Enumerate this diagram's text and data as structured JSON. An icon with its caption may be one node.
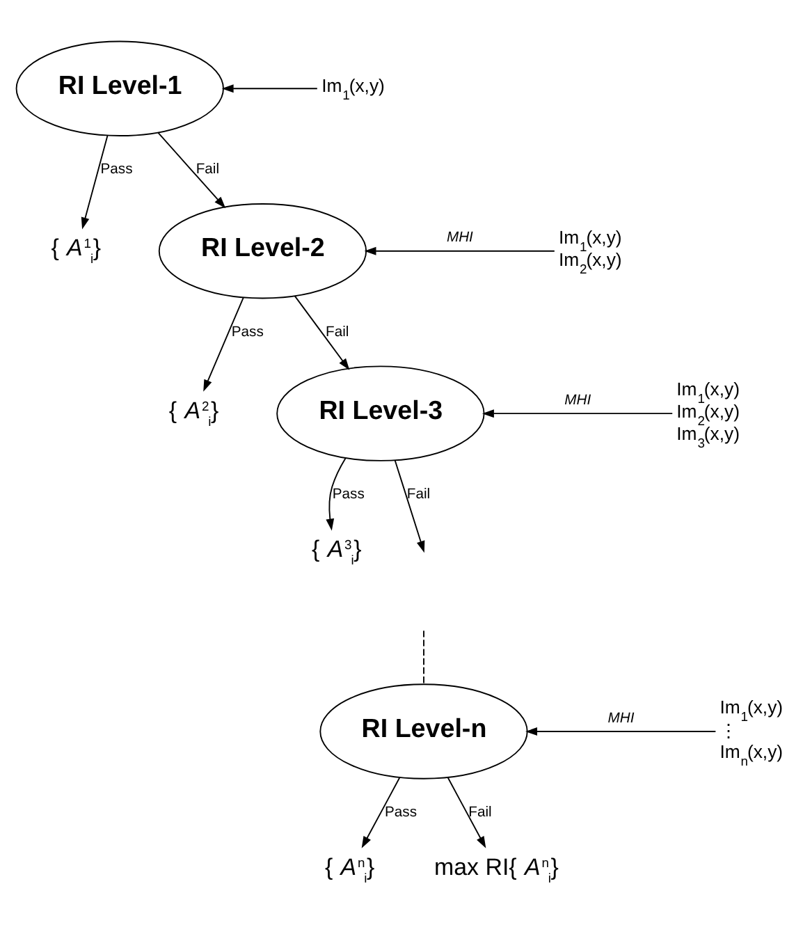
{
  "diagram": {
    "nodes": [
      {
        "text": [
          "RI Level-1"
        ]
      },
      {
        "text": [
          "Im$_{1}$(x,y)"
        ]
      },
      {
        "text": [
          "{ *A*$^{1}$$_{i}$}"
        ]
      },
      {
        "text": [
          "RI Level-2"
        ]
      },
      {
        "text": [
          "Im$_{1}$(x,y)",
          "Im$_{2}$(x,y)"
        ]
      },
      {
        "text": [
          "{ *A*$^{2}$$_{i}$}"
        ]
      },
      {
        "text": [
          "RI Level-3"
        ]
      },
      {
        "text": [
          "Im$_{1}$(x,y)",
          "Im$_{2}$(x,y)",
          "Im$_{3}$(x,y)"
        ]
      },
      {
        "text": [
          "{ *A*$^{3}$$_{i}$}"
        ]
      },
      {
        "text": [
          "RI Level-n"
        ]
      },
      {
        "text": [
          "Im$_{1}$(x,y)",
          "⋮",
          "Im$_{n}$(x,y)"
        ]
      },
      {
        "text": [
          "{ *A*$^{n}$$_{i}$}"
        ]
      },
      {
        "text": [
          "max RI{ *A*$^{n}$$_{i}$}"
        ]
      }
    ],
    "edges": [
      {
        "from": 1,
        "to": 0,
        "arrow": "to"
      },
      {
        "from": 0,
        "to": 2,
        "arrow": "to",
        "label": "Pass"
      },
      {
        "from": 0,
        "to": 3,
        "arrow": "to",
        "label": "Fail"
      },
      {
        "from": 4,
        "to": 3,
        "arrow": "to",
        "label": "MHI"
      },
      {
        "from": 3,
        "to": 5,
        "arrow": "to",
        "label": "Pass"
      },
      {
        "from": 3,
        "to": 6,
        "arrow": "to",
        "label": "Fail"
      },
      {
        "from": 7,
        "to": 6,
        "arrow": "to",
        "label": "MHI"
      },
      {
        "from": 6,
        "to": 8,
        "arrow": "to",
        "label": "Pass"
      },
      {
        "from": 6,
        "to": null,
        "arrow": "to",
        "label": "Fail"
      },
      {
        "from": null,
        "to": 9,
        "arrow": "none",
        "style": "dashed"
      },
      {
        "from": 10,
        "to": 9,
        "arrow": "to",
        "label": "MHI"
      },
      {
        "from": 9,
        "to": 11,
        "arrow": "to",
        "label": "Pass"
      },
      {
        "from": 9,
        "to": 12,
        "arrow": "to",
        "label": "Fail"
      }
    ]
  }
}
